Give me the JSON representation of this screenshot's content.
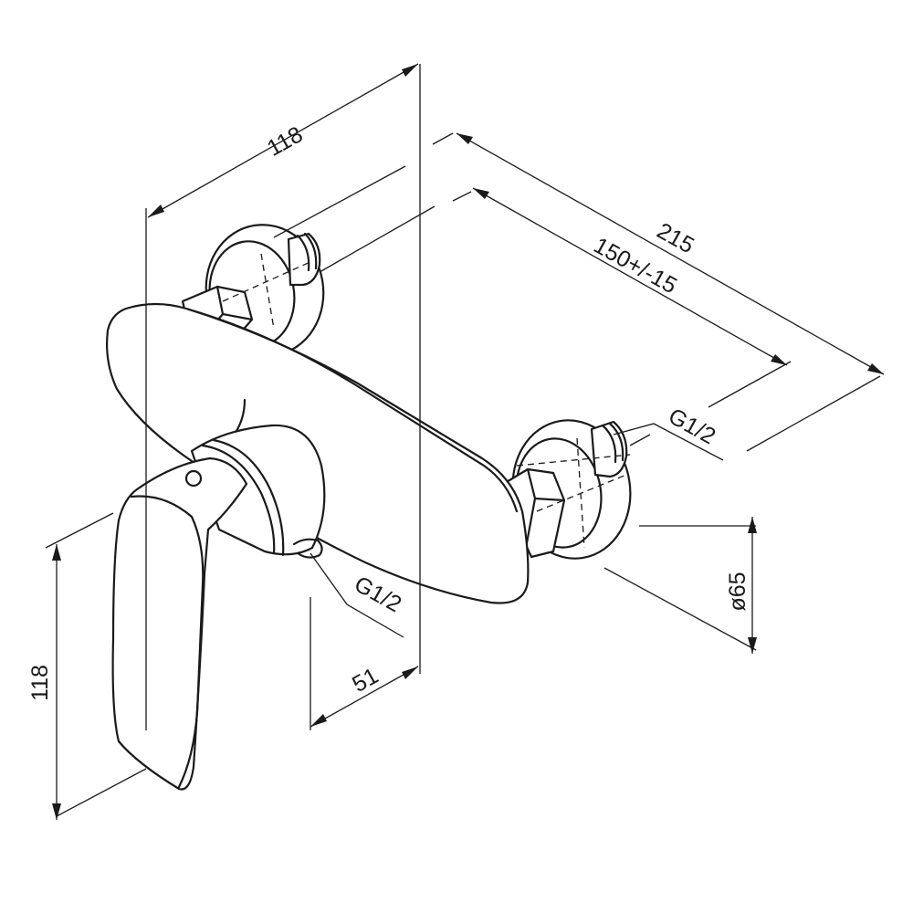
{
  "drawing": {
    "dimensions": {
      "body_length": "118",
      "total_width": "215",
      "center_distance": "150+/-15",
      "inlet_thread": "G1/2",
      "outlet_thread": "G1/2",
      "outlet_offset": "51",
      "flange_diameter": "ø65",
      "height": "118"
    }
  }
}
